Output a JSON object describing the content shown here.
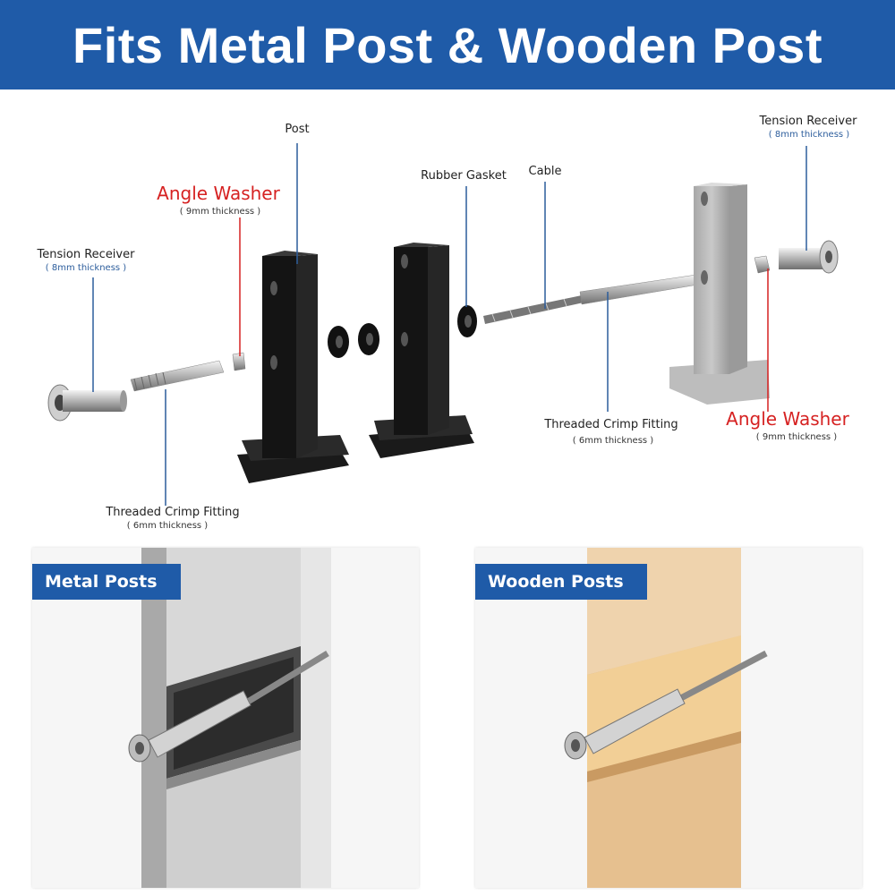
{
  "banner": {
    "title": "Fits Metal Post & Wooden Post"
  },
  "labels": {
    "post": "Post",
    "angle_washer_left": "Angle Washer",
    "angle_washer_left_sub": "( 9mm thickness )",
    "tension_receiver_left": "Tension Receiver",
    "tension_receiver_left_sub": "( 8mm thickness )",
    "threaded_crimp_left": "Threaded Crimp Fitting",
    "threaded_crimp_left_sub": "( 6mm thickness )",
    "rubber_gasket": "Rubber Gasket",
    "cable": "Cable",
    "tension_receiver_right": "Tension Receiver",
    "tension_receiver_right_sub": "( 8mm thickness )",
    "threaded_crimp_right": "Threaded Crimp Fitting",
    "threaded_crimp_right_sub": "( 6mm thickness )",
    "angle_washer_right": "Angle Washer",
    "angle_washer_right_sub": "( 9mm thickness )"
  },
  "panels": {
    "metal": {
      "title": "Metal Posts"
    },
    "wooden": {
      "title": "Wooden Posts"
    }
  },
  "colors": {
    "brand_blue": "#1f5ba8",
    "accent_red": "#d62222",
    "label_blue": "#2c5d9c"
  }
}
